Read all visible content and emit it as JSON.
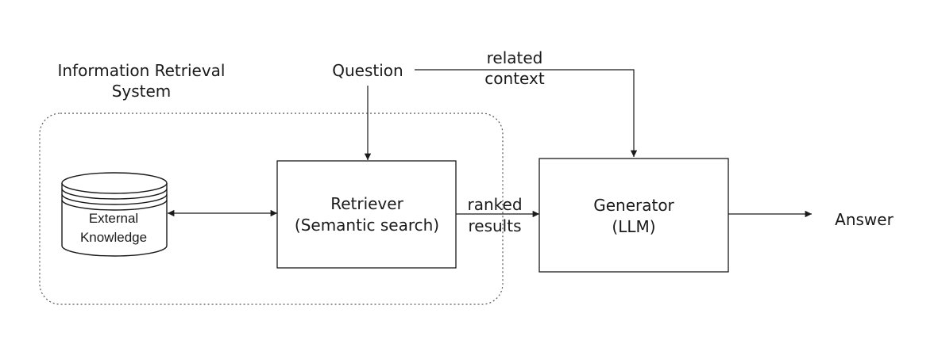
{
  "ir_system_label": [
    "Information Retrieval",
    "System"
  ],
  "question": "Question",
  "related_context": [
    "related",
    "context"
  ],
  "knowledge_base": [
    "External",
    "Knowledge"
  ],
  "retriever": [
    "Retriever",
    "(Semantic search)"
  ],
  "ranked_results": [
    "ranked",
    "results"
  ],
  "generator": [
    "Generator",
    "(LLM)"
  ],
  "answer": "Answer"
}
